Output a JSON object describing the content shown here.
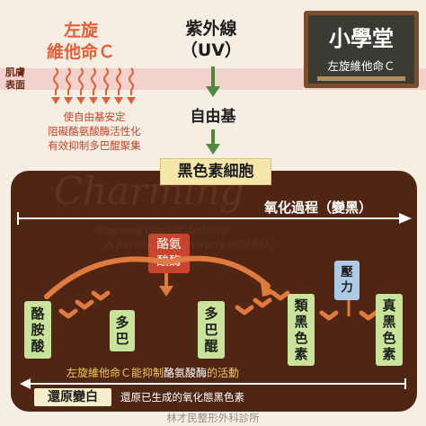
{
  "top": {
    "vitc_title": [
      "左旋",
      "維他命Ｃ"
    ],
    "uv_title": [
      "紫外線",
      "（UV）"
    ],
    "skin_label": [
      "肌膚",
      "表面"
    ],
    "vitc_effects": [
      "使自由基安定",
      "阻礙酪氨酸酶活性化",
      "有效抑制多巴醌聚集"
    ],
    "free_radical": "自由基",
    "melanocyte": "黑色素細胞"
  },
  "board": {
    "title": "小學堂",
    "subtitle": "左旋維他命Ｃ"
  },
  "panel": {
    "watermark": "Charming",
    "watermark_line1": "Charming Clinic of Aesthetic",
    "watermark_line2": "& Reconstructive Surgery (CCARS)",
    "oxidation_label": "氧化過程（變黑）",
    "enzyme": [
      "酪氨",
      "酸酶"
    ],
    "stages": [
      "酪胺酸",
      "多巴",
      "多巴醌",
      "類黑色素",
      "真黑色素"
    ],
    "pressure": "壓力",
    "inhibit_prefix": "左旋維他命Ｃ能抑制",
    "inhibit_highlight": "酪氨酸酶",
    "inhibit_suffix": "的活動",
    "reduce_label": "還原變白",
    "reduce_desc": "還原已生成的氧化態黑色素"
  },
  "footer": "林才民整形外科診所",
  "colors": {
    "panel_bg": "#4f2513",
    "stage_green": "#c7e49a",
    "enzyme_red": "#c8442c",
    "pressure_blue": "#aecbe6",
    "arrow_green": "#4c8b3a",
    "arrow_orange": "#e0603a"
  }
}
